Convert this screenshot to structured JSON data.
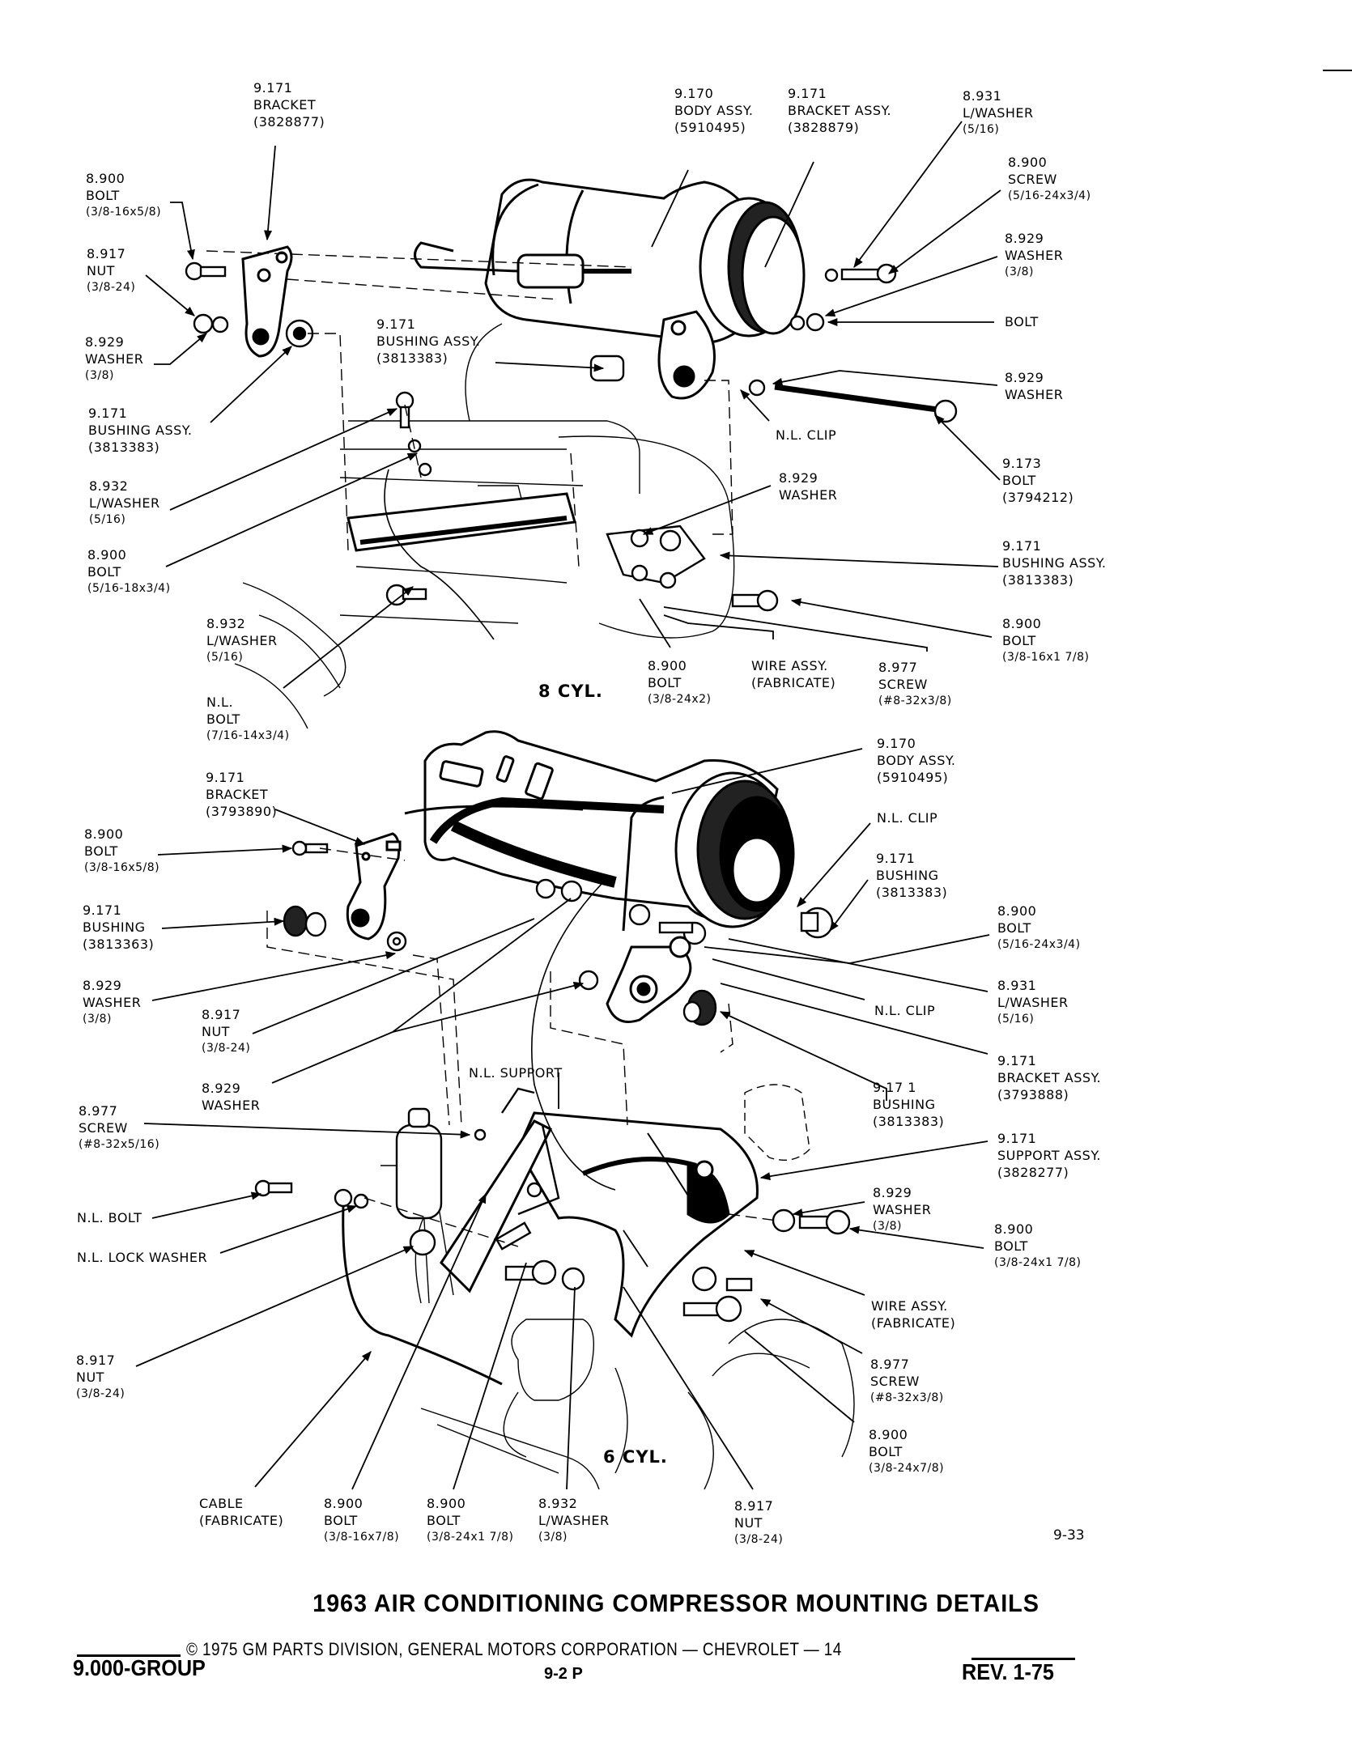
{
  "document": {
    "title": "1963 AIR CONDITIONING COMPRESSOR MOUNTING DETAILS",
    "figure_number": "9-33",
    "copyright": "© 1975 GM PARTS DIVISION, GENERAL MOTORS CORPORATION — CHEVROLET — 14",
    "group": "9.000-GROUP",
    "page": "9-2 P",
    "revision": "REV. 1-75"
  },
  "diagrams": {
    "eight_cyl": {
      "caption": "8 CYL.",
      "callouts": [
        {
          "id": "bracket-3828877",
          "number": "9.171",
          "name": "BRACKET",
          "spec": "(3828877)"
        },
        {
          "id": "body-assy-5910495",
          "number": "9.170",
          "name": "BODY ASSY.",
          "spec": "(5910495)"
        },
        {
          "id": "bracket-assy-3828879",
          "number": "9.171",
          "name": "BRACKET ASSY.",
          "spec": "(3828879)"
        },
        {
          "id": "lwasher-5-16-top",
          "number": "8.931",
          "name": "L/WASHER",
          "spec": "(5/16)"
        },
        {
          "id": "bolt-3-8-16x5-8",
          "number": "8.900",
          "name": "BOLT",
          "spec": "(3/8-16x5/8)"
        },
        {
          "id": "screw-5-16-24x3-4",
          "number": "8.900",
          "name": "SCREW",
          "spec": "(5/16-24x3/4)"
        },
        {
          "id": "nut-3-8-24",
          "number": "8.917",
          "name": "NUT",
          "spec": "(3/8-24)"
        },
        {
          "id": "washer-3-8-right",
          "number": "8.929",
          "name": "WASHER",
          "spec": "(3/8)"
        },
        {
          "id": "bolt-plain",
          "number": "",
          "name": "BOLT",
          "spec": ""
        },
        {
          "id": "washer-3-8-left",
          "number": "8.929",
          "name": "WASHER",
          "spec": "(3/8)"
        },
        {
          "id": "bushing-assy-center",
          "number": "9.171",
          "name": "BUSHING ASSY.",
          "spec": "(3813383)"
        },
        {
          "id": "washer-right-2",
          "number": "8.929",
          "name": "WASHER",
          "spec": ""
        },
        {
          "id": "bushing-assy-left",
          "number": "9.171",
          "name": "BUSHING  ASSY.",
          "spec": "(3813383)"
        },
        {
          "id": "nl-clip-top",
          "number": "",
          "name": "N.L. CLIP",
          "spec": ""
        },
        {
          "id": "bolt-3794212",
          "number": "9.173",
          "name": "BOLT",
          "spec": "(3794212)"
        },
        {
          "id": "lwasher-5-16-left",
          "number": "8.932",
          "name": "L/WASHER",
          "spec": "(5/16)"
        },
        {
          "id": "washer-center",
          "number": "8.929",
          "name": "WASHER",
          "spec": ""
        },
        {
          "id": "bolt-5-16-18x3-4",
          "number": "8.900",
          "name": "BOLT",
          "spec": "(5/16-18x3/4)"
        },
        {
          "id": "bushing-assy-right",
          "number": "9.171",
          "name": "BUSHING ASSY.",
          "spec": "(3813383)"
        },
        {
          "id": "lwasher-5-16-lower",
          "number": "8.932",
          "name": "L/WASHER",
          "spec": "(5/16)"
        },
        {
          "id": "bolt-3-8-16x1-7-8",
          "number": "8.900",
          "name": "BOLT",
          "spec": "(3/8-16x1 7/8)"
        },
        {
          "id": "bolt-3-8-24x2",
          "number": "8.900",
          "name": "BOLT",
          "spec": "(3/8-24x2)"
        },
        {
          "id": "wire-assy-top",
          "number": "",
          "name": "WIRE ASSY.",
          "spec": "(FABRICATE)"
        },
        {
          "id": "screw-8-32x3-8-top",
          "number": "8.977",
          "name": "SCREW",
          "spec": "(#8-32x3/8)"
        },
        {
          "id": "nl-bolt-7-16",
          "number": "N.L.",
          "name": "BOLT",
          "spec": "(7/16-14x3/4)"
        }
      ]
    },
    "six_cyl": {
      "caption": "6 CYL.",
      "callouts": [
        {
          "id": "body-assy-5910495-b",
          "number": "9.170",
          "name": "BODY ASSY.",
          "spec": "(5910495)"
        },
        {
          "id": "bracket-3793890",
          "number": "9.171",
          "name": "BRACKET",
          "spec": "(3793890)"
        },
        {
          "id": "nl-clip-b1",
          "number": "",
          "name": "N.L. CLIP",
          "spec": ""
        },
        {
          "id": "bolt-3-8-16x5-8-b",
          "number": "8.900",
          "name": "BOLT",
          "spec": "(3/8-16x5/8)"
        },
        {
          "id": "bushing-3813383-b",
          "number": "9.171",
          "name": "BUSHING",
          "spec": "(3813383)"
        },
        {
          "id": "bushing-3813363",
          "number": "9.171",
          "name": "BUSHING",
          "spec": "(3813363)"
        },
        {
          "id": "bolt-5-16-24x3-4-b",
          "number": "8.900",
          "name": "BOLT",
          "spec": "(5/16-24x3/4)"
        },
        {
          "id": "washer-3-8-b",
          "number": "8.929",
          "name": "WASHER",
          "spec": "(3/8)"
        },
        {
          "id": "lwasher-5-16-b",
          "number": "8.931",
          "name": "L/WASHER",
          "spec": "(5/16)"
        },
        {
          "id": "nut-3-8-24-b",
          "number": "8.917",
          "name": "NUT",
          "spec": "(3/8-24)"
        },
        {
          "id": "nl-clip-b2",
          "number": "",
          "name": "N.L. CLIP",
          "spec": ""
        },
        {
          "id": "bracket-assy-3793888",
          "number": "9.171",
          "name": "BRACKET ASSY.",
          "spec": "(3793888)"
        },
        {
          "id": "washer-b2",
          "number": "8.929",
          "name": "WASHER",
          "spec": ""
        },
        {
          "id": "nl-support",
          "number": "",
          "name": "N.L. SUPPORT",
          "spec": ""
        },
        {
          "id": "bushing-3813383-c",
          "number": "9.17 1",
          "name": "BUSHING",
          "spec": "(3813383)"
        },
        {
          "id": "screw-8-32x5-16",
          "number": "8.977",
          "name": "SCREW",
          "spec": "(#8-32x5/16)"
        },
        {
          "id": "support-assy-3828277",
          "number": "9.171",
          "name": "SUPPORT ASSY.",
          "spec": "(3828277)"
        },
        {
          "id": "washer-3-8-c",
          "number": "8.929",
          "name": "WASHER",
          "spec": "(3/8)"
        },
        {
          "id": "nl-bolt",
          "number": "",
          "name": "N.L. BOLT",
          "spec": ""
        },
        {
          "id": "bolt-3-8-24x1-7-8-r",
          "number": "8.900",
          "name": "BOLT",
          "spec": "(3/8-24x1 7/8)"
        },
        {
          "id": "nl-lock-washer",
          "number": "",
          "name": "N.L. LOCK WASHER",
          "spec": ""
        },
        {
          "id": "wire-assy-b",
          "number": "",
          "name": "WIRE ASSY.",
          "spec": "(FABRICATE)"
        },
        {
          "id": "nut-3-8-24-c",
          "number": "8.917",
          "name": "NUT",
          "spec": "(3/8-24)"
        },
        {
          "id": "screw-8-32x3-8-b",
          "number": "8.977",
          "name": "SCREW",
          "spec": "(#8-32x3/8)"
        },
        {
          "id": "bolt-3-8-24x7-8",
          "number": "8.900",
          "name": "BOLT",
          "spec": "(3/8-24x7/8)"
        },
        {
          "id": "cable",
          "number": "",
          "name": "CABLE",
          "spec": "(FABRICATE)"
        },
        {
          "id": "bolt-3-8-16x7-8",
          "number": "8.900",
          "name": "BOLT",
          "spec": "(3/8-16x7/8)"
        },
        {
          "id": "bolt-3-8-24x1-7-8-b",
          "number": "8.900",
          "name": "BOLT",
          "spec": "(3/8-24x1 7/8)"
        },
        {
          "id": "lwasher-3-8",
          "number": "8.932",
          "name": "L/WASHER",
          "spec": "(3/8)"
        },
        {
          "id": "nut-3-8-24-d",
          "number": "8.917",
          "name": "NUT",
          "spec": "(3/8-24)"
        }
      ]
    }
  }
}
